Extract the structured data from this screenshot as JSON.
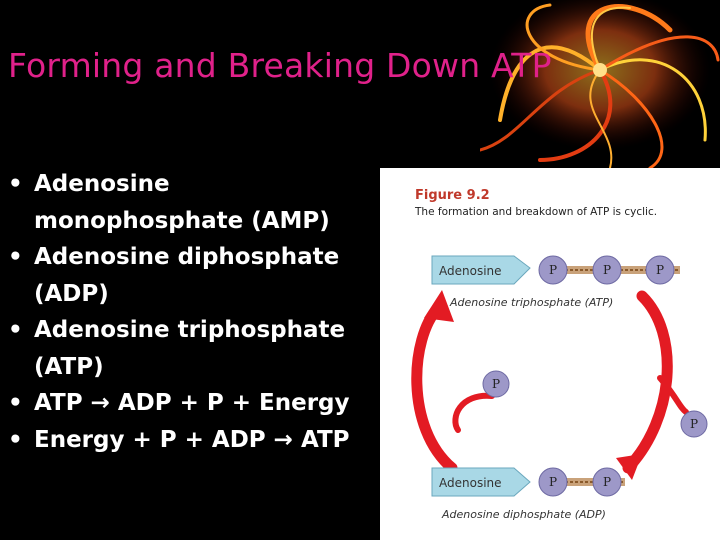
{
  "slide": {
    "title": "Forming and Breaking Down ATP",
    "bullets": [
      "Adenosine monophosphate (AMP)",
      "Adenosine diphosphate (ADP)",
      "Adenosine triphosphate (ATP)",
      "ATP → ADP + P + Energy",
      "Energy + P + ADP → ATP"
    ]
  },
  "figure": {
    "label": "Figure 9.2",
    "caption": "The formation and breakdown of ATP is cyclic.",
    "atp_base": "Adenosine",
    "atp_phosphates": [
      "P",
      "P",
      "P"
    ],
    "atp_name": "Adenosine triphosphate (ATP)",
    "free_phosphate_left": "P",
    "free_phosphate_right": "P",
    "adp_base": "Adenosine",
    "adp_phosphates": [
      "P",
      "P"
    ],
    "adp_name": "Adenosine diphosphate (ADP)"
  },
  "colors": {
    "title": "#e0218a",
    "arrow": "#e31b23",
    "phosphate": "#9d98c8",
    "adenosine": "#a9d8e6"
  }
}
